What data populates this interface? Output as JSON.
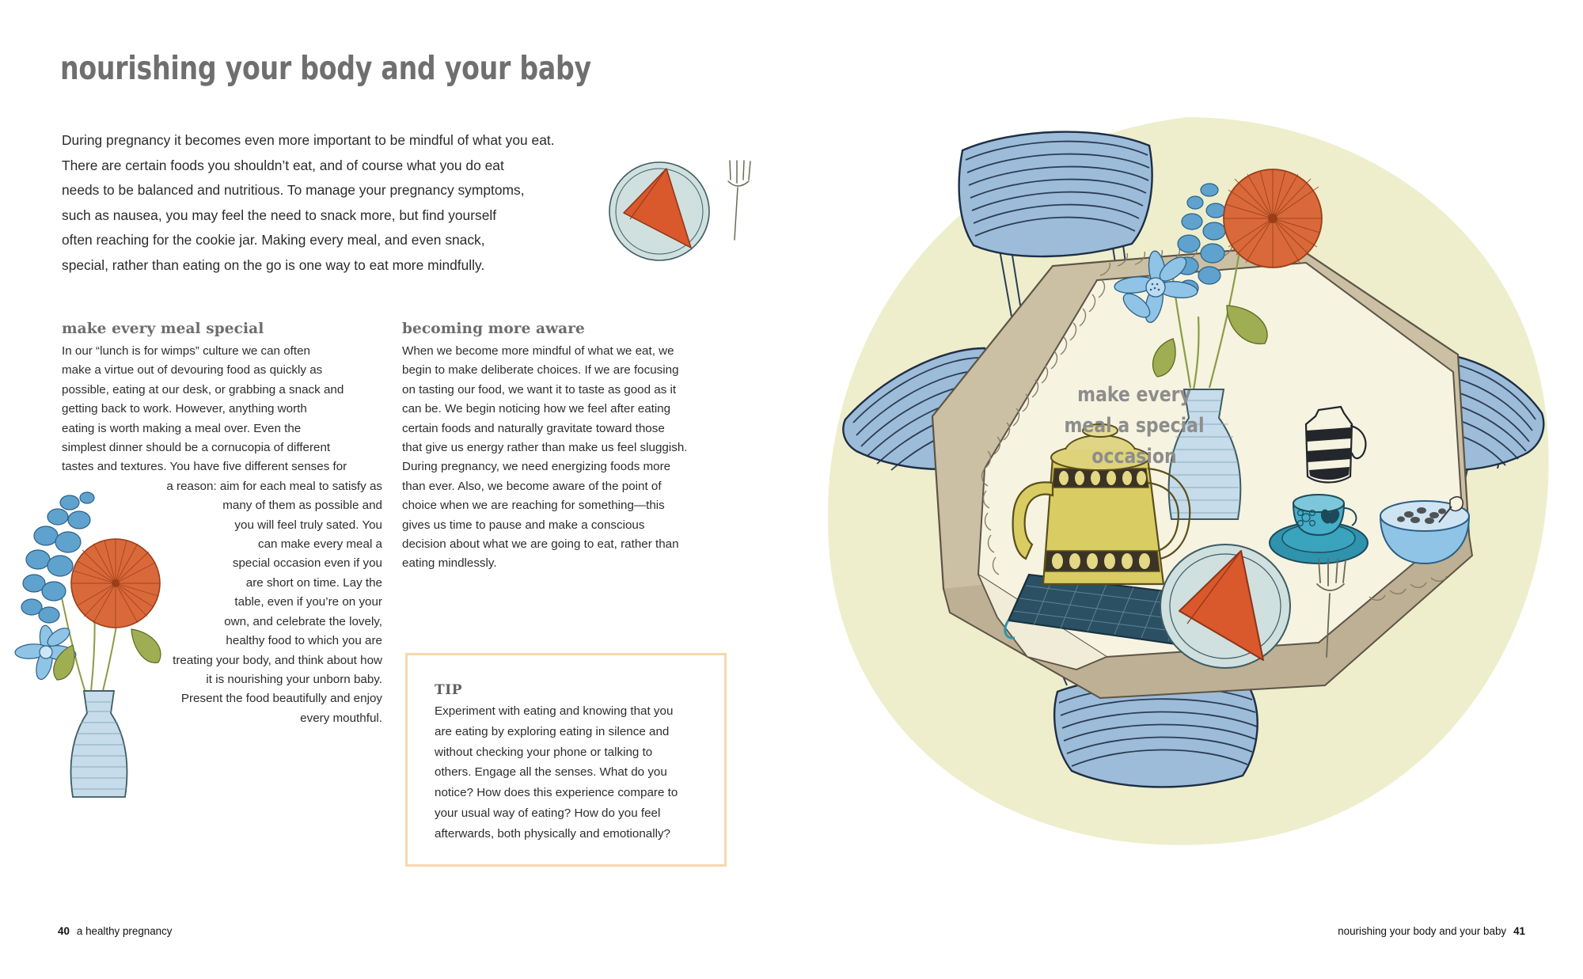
{
  "spread": {
    "chapter_title": "nourishing your body and your baby",
    "intro_lines": [
      "During pregnancy it becomes even more important to be mindful of what you eat.",
      "There are certain foods you shouldn’t eat, and of course what you do eat",
      "needs to be balanced and nutritious. To manage your pregnancy symptoms,",
      "such as nausea, you may feel the need to snack more, but find yourself",
      "often reaching for the cookie jar. Making every meal, and even snack,",
      "special, rather than eating on the go is one way to eat more mindfully."
    ]
  },
  "column_one": {
    "heading": "make every meal special",
    "lines": [
      "In our “lunch is for wimps” culture we can often",
      "make a virtue out of devouring food as quickly as",
      "possible, eating at our desk, or grabbing a snack and",
      "getting back to work. However, anything worth",
      "eating is worth making a meal over. Even the",
      "simplest dinner should be a cornucopia of different",
      "tastes and textures. You have five different senses for",
      "a reason: aim for each meal to satisfy as",
      "many of them as possible and",
      "you will feel truly sated. You",
      "can make every meal a",
      "special occasion even if you",
      "are short on time. Lay the",
      "table, even if you’re on your",
      "own, and celebrate the lovely,",
      "healthy food to which you are",
      "treating your body, and think about how",
      "it is nourishing your unborn baby.",
      "Present the food beautifully and enjoy",
      "every mouthful."
    ]
  },
  "column_two": {
    "heading": "becoming more aware",
    "lines": [
      "When we become more mindful of what we eat, we",
      "begin to make deliberate choices. If we are focusing",
      "on tasting our food, we want it to taste as good as it",
      "can be. We begin noticing how we feel after eating",
      "certain foods and naturally gravitate toward those",
      "that give us energy rather than make us feel sluggish.",
      "During pregnancy, we need energizing foods more",
      "than ever. Also, we become aware of the point of",
      "choice when we are reaching for something—this",
      "gives us time to pause and make a conscious",
      "decision about what we are going to eat, rather than",
      "eating mindlessly."
    ]
  },
  "tip": {
    "label": "TIP",
    "lines": [
      "Experiment with eating and knowing that you",
      "are eating by exploring eating in silence and",
      "without checking your phone or talking to",
      "others. Engage all the senses. What do you",
      "notice? How does this experience compare to",
      "your usual way of eating? How do you feel",
      "afterwards, both physically and emotionally?"
    ]
  },
  "illustration": {
    "caption_lines": [
      "make every",
      "meal a special",
      "occasion"
    ],
    "objects": [
      "dining-table",
      "tablecloth",
      "striped-chair-top",
      "striped-chair-left",
      "striped-chair-right",
      "striped-chair-bottom",
      "flower-vase",
      "teapot",
      "trivet",
      "striped-jug",
      "teacup",
      "saucer",
      "cereal-bowl",
      "spoon",
      "plate",
      "folded-napkin",
      "fork"
    ]
  },
  "footer": {
    "left_page_number": "40",
    "left_title": "a healthy pregnancy",
    "right_title": "nourishing your body and your baby",
    "right_page_number": "41"
  },
  "colors": {
    "title_gray": "#6f6f6f",
    "body_text": "#2d2d2d",
    "tip_border": "#f7d7ae",
    "illustration_bg": "#eeeecd",
    "cloth_cream": "#f6f3e0",
    "napkin_orange": "#d9582c",
    "chair_blue": "#8fb6d8",
    "teapot_yellow": "#d9cc63",
    "teacup_teal": "#2f93ad",
    "flower_blue": "#5fa2cd",
    "caption_gray": "#8d8d8d"
  }
}
